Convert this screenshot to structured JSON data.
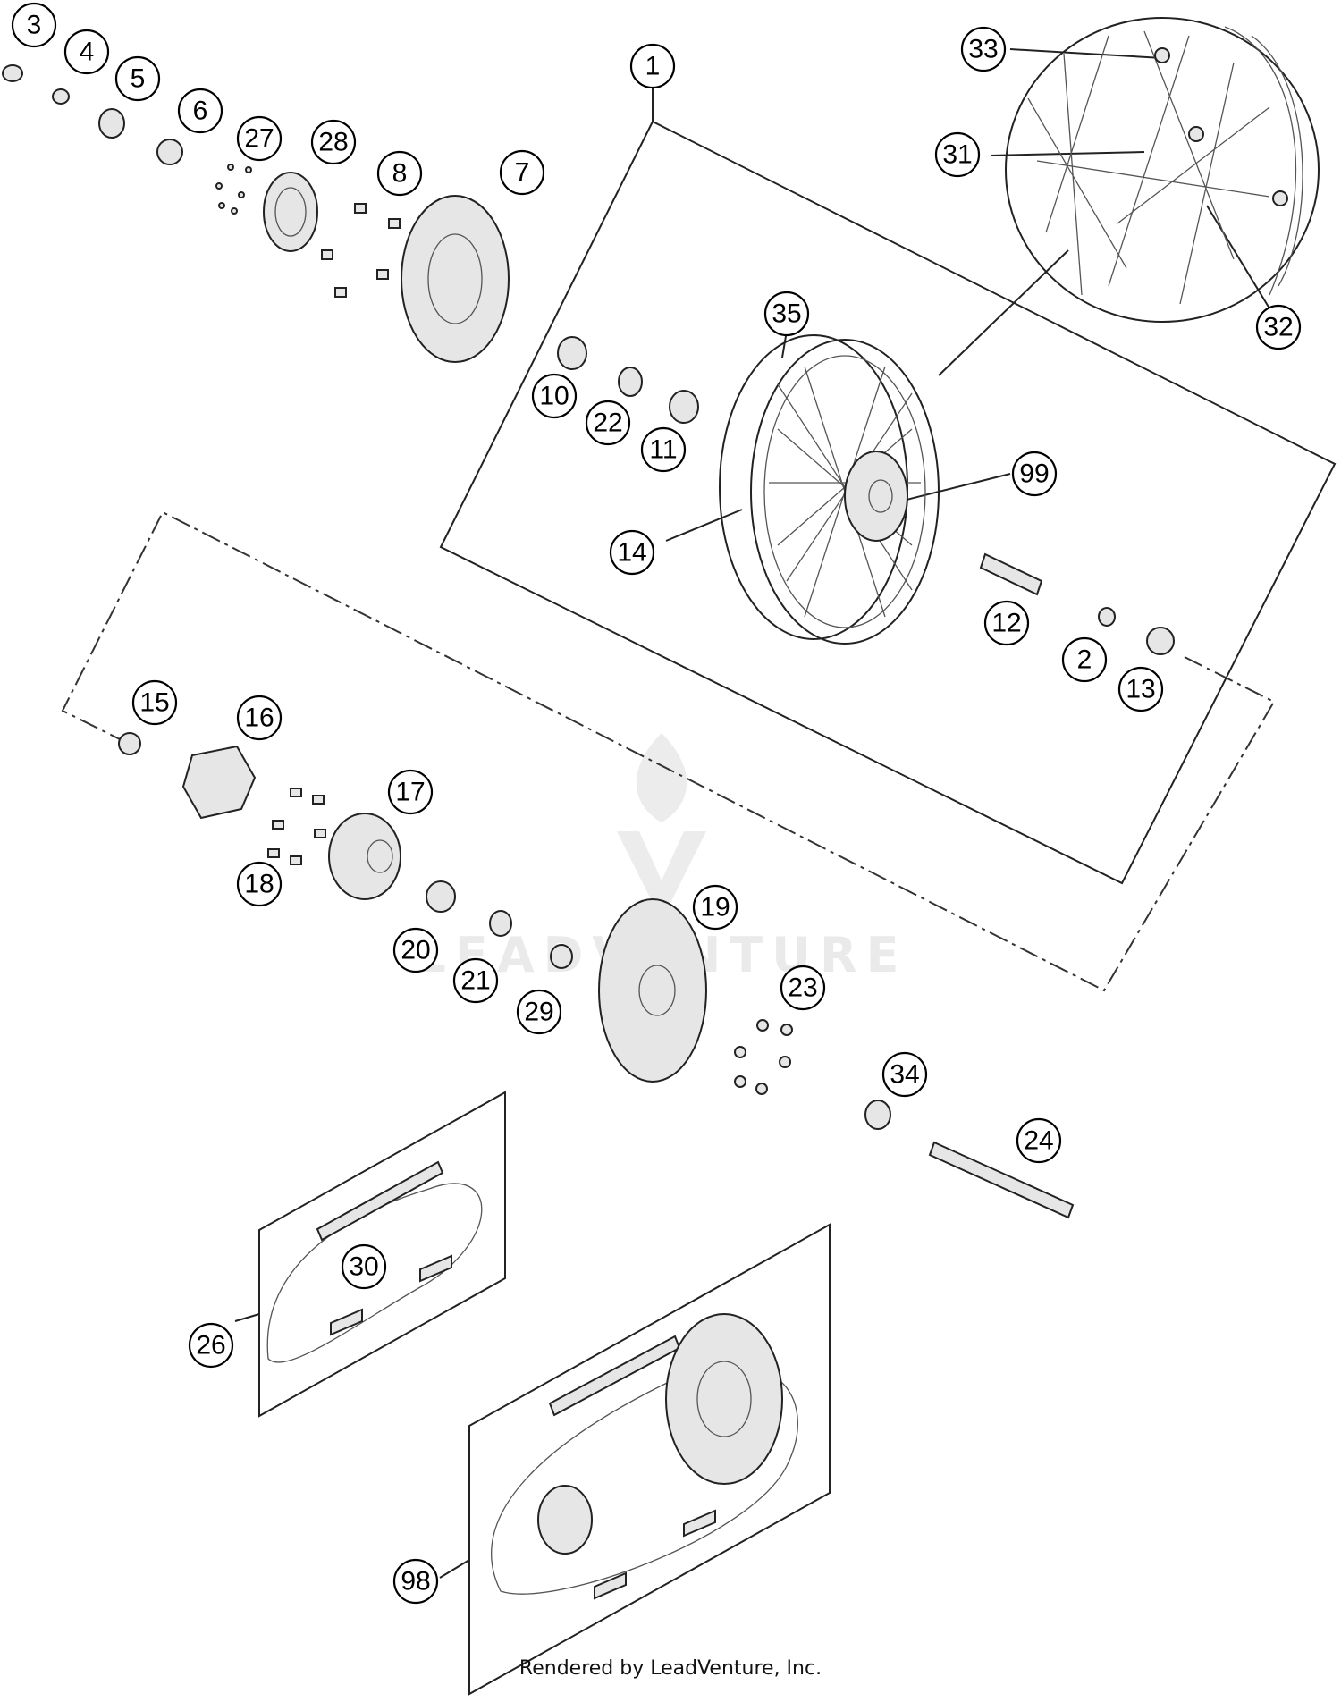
{
  "callouts": [
    {
      "label": "3"
    },
    {
      "label": "4"
    },
    {
      "label": "5"
    },
    {
      "label": "6"
    },
    {
      "label": "27"
    },
    {
      "label": "28"
    },
    {
      "label": "8"
    },
    {
      "label": "7"
    },
    {
      "label": "1"
    },
    {
      "label": "33"
    },
    {
      "label": "31"
    },
    {
      "label": "32"
    },
    {
      "label": "35"
    },
    {
      "label": "10"
    },
    {
      "label": "22"
    },
    {
      "label": "11"
    },
    {
      "label": "99"
    },
    {
      "label": "14"
    },
    {
      "label": "12"
    },
    {
      "label": "2"
    },
    {
      "label": "13"
    },
    {
      "label": "15"
    },
    {
      "label": "16"
    },
    {
      "label": "17"
    },
    {
      "label": "18"
    },
    {
      "label": "20"
    },
    {
      "label": "21"
    },
    {
      "label": "29"
    },
    {
      "label": "19"
    },
    {
      "label": "23"
    },
    {
      "label": "34"
    },
    {
      "label": "24"
    },
    {
      "label": "30"
    },
    {
      "label": "26"
    },
    {
      "label": "98"
    }
  ],
  "watermark": {
    "text": "LEADVENTURE"
  },
  "footer": {
    "text": "Rendered by LeadVenture, Inc."
  }
}
